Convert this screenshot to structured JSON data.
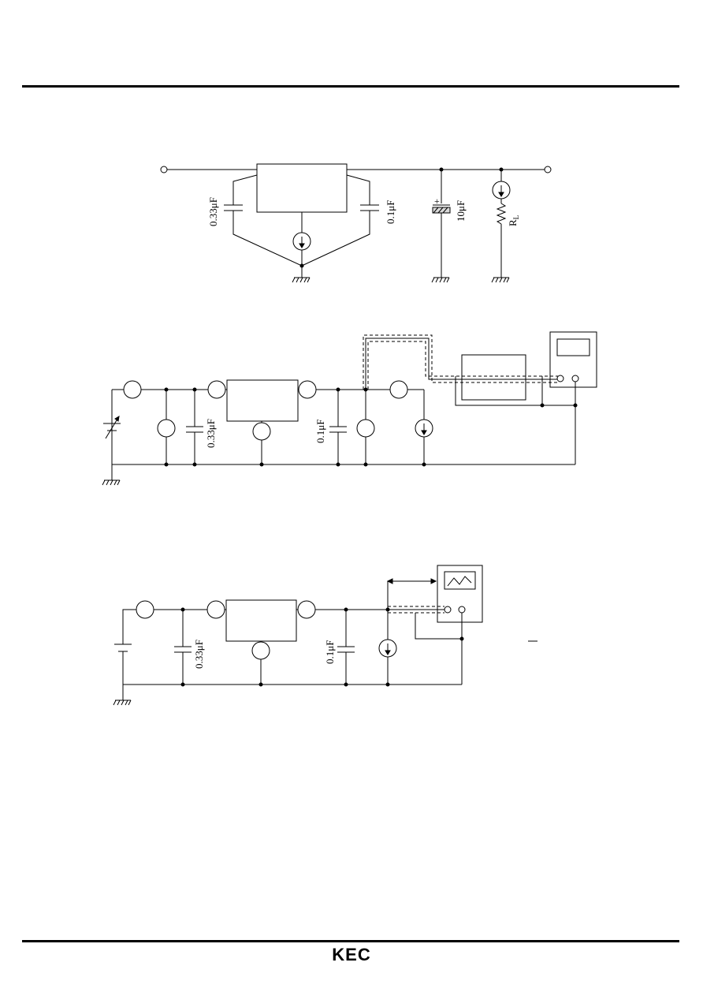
{
  "circuit1": {
    "c_in": "0.33μF",
    "c_out": "0.1μF",
    "c_load": "10μF",
    "c_load_polarity": "+",
    "r_load": "R",
    "r_load_sub": "L"
  },
  "circuit2": {
    "c_in": "0.33μF",
    "c_out": "0.1μF"
  },
  "circuit3": {
    "c_in": "0.33μF",
    "c_out": "0.1μF"
  },
  "footer": {
    "logo": "KEC",
    "brand_color": "#000000"
  }
}
